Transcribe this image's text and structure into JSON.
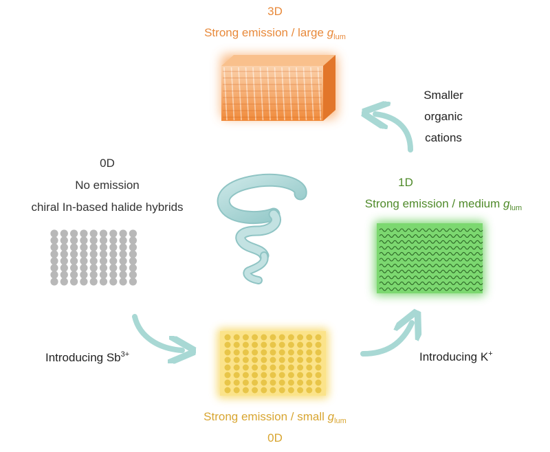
{
  "nodes": {
    "top_3d": {
      "dimension": "3D",
      "line_prefix": "Strong emission / large ",
      "g_symbol": "g",
      "g_subscript": "lum",
      "color": "#e8893a"
    },
    "left_0d": {
      "dimension": "0D",
      "line1": "No emission",
      "line2": "chiral In-based halide hybrids",
      "color": "#333333"
    },
    "right_1d": {
      "dimension": "1D",
      "line_prefix": "Strong emission / medium ",
      "g_symbol": "g",
      "g_subscript": "lum",
      "color": "#4f8a2a"
    },
    "bottom_0d": {
      "line_prefix": "Strong emission / small ",
      "g_symbol": "g",
      "g_subscript": "lum",
      "dimension": "0D",
      "color": "#d8a530"
    }
  },
  "transitions": {
    "smaller_cations": {
      "line1": "Smaller",
      "line2": "organic",
      "line3": "cations"
    },
    "sb": {
      "text": "Introducing Sb",
      "superscript": "3+"
    },
    "k": {
      "text": "Introducing K",
      "superscript": "+"
    }
  },
  "colors": {
    "arrow": "#a8d8d4",
    "helix": "#b3dcdc",
    "grey_dot": "#b8b8b8",
    "yellow_block": "#fbe38a",
    "yellow_dot": "#e8c548",
    "green_block": "#7cd870",
    "orange_block": "#f28a3c"
  }
}
